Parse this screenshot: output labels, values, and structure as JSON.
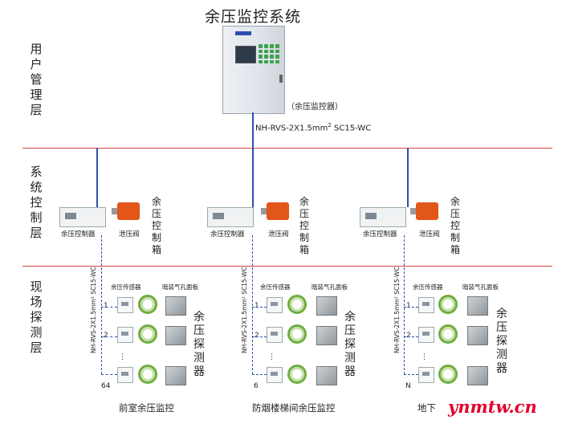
{
  "title": "余压监控系统",
  "layers": {
    "user": "用户管理层",
    "system": "系统控制层",
    "field": "现场探测层"
  },
  "controller_label": "（余压监控器）",
  "main_wire": {
    "text": "NH-RVS-2X1.5mm",
    "sup": "2",
    "tail": " SC15-WC"
  },
  "groups": [
    {
      "controller": "余压控制器",
      "valve": "泄压阀",
      "cabinet_label": "余压控制箱",
      "sensor_header": "余压传感器",
      "panel_header": "暗装气孔面板",
      "wire": "NH-RVS-2X1.5mm² SC15-WC",
      "numbers": [
        "1",
        "2",
        "64"
      ],
      "dots": "⋮",
      "detector_label": "余压探测器",
      "zone": "前室余压监控"
    },
    {
      "controller": "余压控制器",
      "valve": "泄压阀",
      "cabinet_label": "余压控制箱",
      "sensor_header": "余压传感器",
      "panel_header": "暗装气孔面板",
      "wire": "NH-RVS-2X1.5mm² SC15-WC",
      "numbers": [
        "1",
        "2",
        "6"
      ],
      "dots": "⋮",
      "detector_label": "余压探测器",
      "zone": "防烟楼梯间余压监控"
    },
    {
      "controller": "余压控制器",
      "valve": "泄压阀",
      "cabinet_label": "余压控制箱",
      "sensor_header": "余压传感器",
      "panel_header": "暗装气孔面板",
      "wire": "NH-RVS-2X1.5mm² SC15-WC",
      "numbers": [
        "1",
        "2",
        "N"
      ],
      "dots": "⋮",
      "detector_label": "余压探测器",
      "zone": "地下"
    }
  ],
  "watermark": "ynmtw.cn",
  "colors": {
    "divider": "#d94848",
    "wire": "#2c4fb0",
    "valve": "#e2561a",
    "watermark": "#e4002b"
  }
}
